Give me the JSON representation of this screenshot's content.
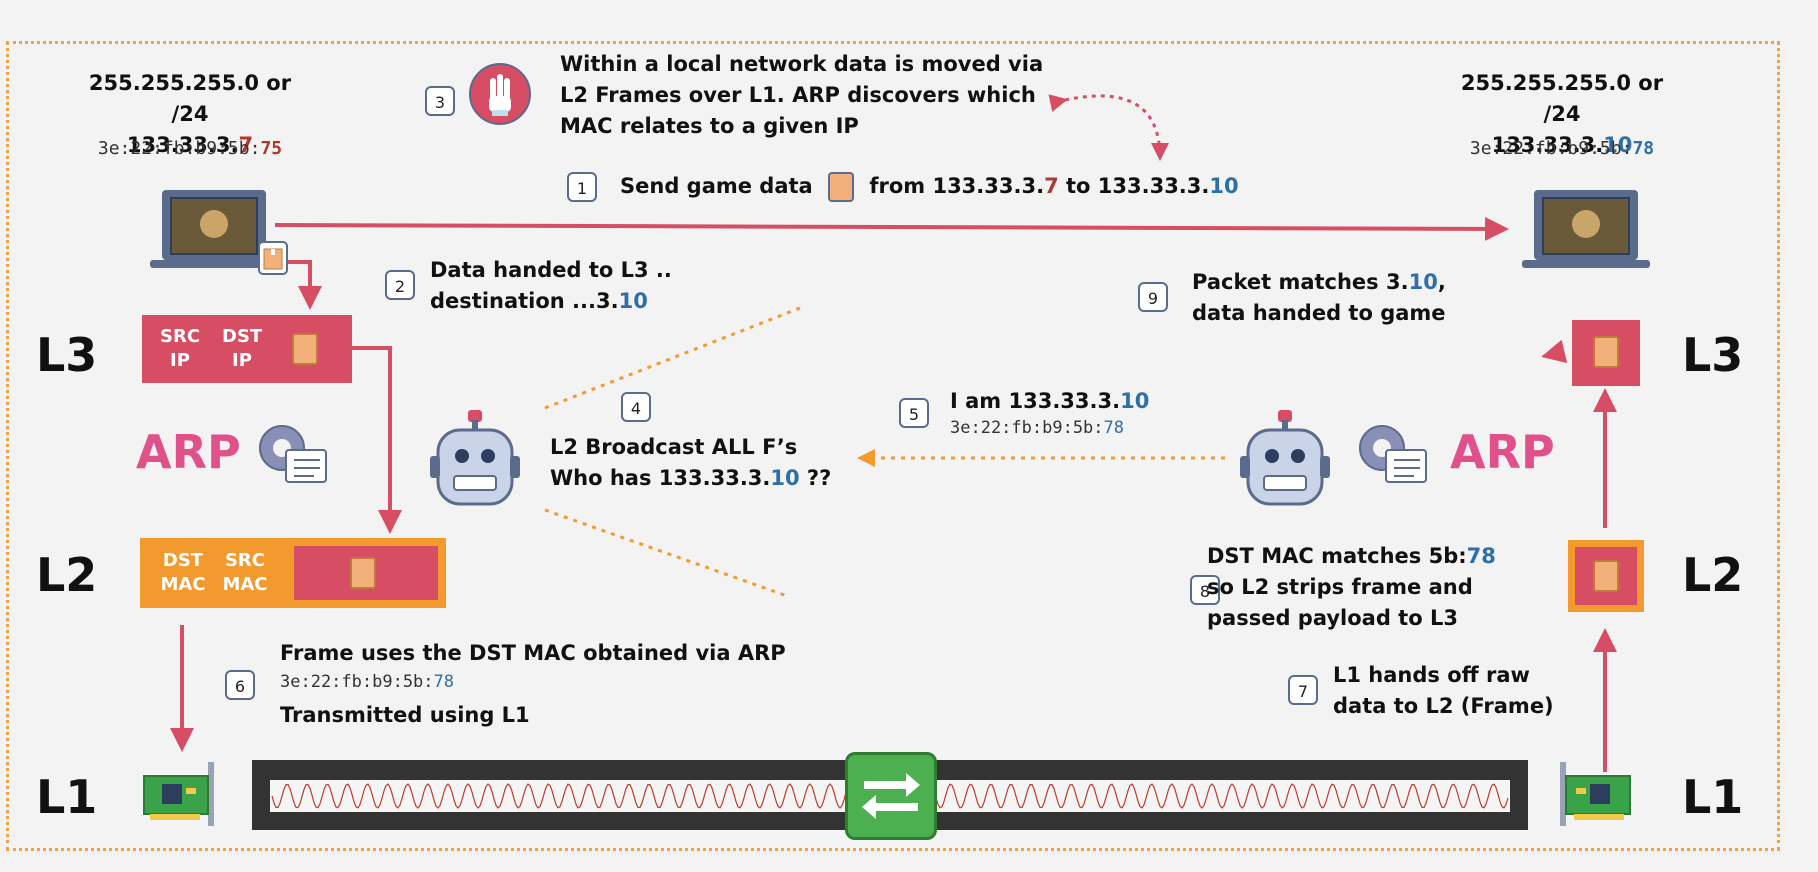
{
  "left_host": {
    "mask": "255.255.255.0 or /24",
    "ip_prefix": "133.33.3.",
    "ip_suffix": "7",
    "mac_prefix": "3e:22:fb:b9:5b:",
    "mac_suffix": "75"
  },
  "right_host": {
    "mask": "255.255.255.0 or /24",
    "ip_prefix": "133.33.3.",
    "ip_suffix": "10",
    "mac_prefix": "3e:22:fb:b9:5b:",
    "mac_suffix": "78"
  },
  "layers": {
    "l3": "L3",
    "l2": "L2",
    "l1": "L1"
  },
  "arp_label": "ARP",
  "steps": {
    "s1": {
      "num": "1",
      "text_a": "Send game data",
      "text_b": "from 133.33.3.",
      "b_suffix": "7",
      "text_c": " to 133.33.3.",
      "c_suffix": "10"
    },
    "s2": {
      "num": "2",
      "line1": "Data handed to L3 ..",
      "line2_a": "destination ...3.",
      "line2_b": "10"
    },
    "s3": {
      "num": "3",
      "line1": "Within a local network data is moved via",
      "line2": "L2 Frames over L1. ARP discovers which",
      "line3": "MAC relates to a given IP"
    },
    "s4": {
      "num": "4",
      "line1": "L2 Broadcast ALL F’s",
      "line2_a": "Who has 133.33.3.",
      "line2_b": "10",
      "line2_c": " ??"
    },
    "s5": {
      "num": "5",
      "line1_a": "I am 133.33.3.",
      "line1_b": "10",
      "mac_a": "3e:22:fb:b9:5b:",
      "mac_b": "78"
    },
    "s6": {
      "num": "6",
      "line1": "Frame uses the DST MAC obtained via ARP",
      "mac_a": "3e:22:fb:b9:5b:",
      "mac_b": "78",
      "line3": "Transmitted using L1"
    },
    "s7": {
      "num": "7",
      "line1": "L1 hands off raw",
      "line2": "data to L2 (Frame)"
    },
    "s8": {
      "num": "8",
      "line1_a": "DST MAC matches 5b:",
      "line1_b": "78",
      "line2": "so L2 strips frame and",
      "line3": "passed payload to L3"
    },
    "s9": {
      "num": "9",
      "line1_a": "Packet matches 3.",
      "line1_b": "10",
      "line1_c": ",",
      "line2": "data handed to game"
    }
  },
  "packet_boxes": {
    "l3_src": [
      "SRC",
      "IP"
    ],
    "l3_dst": [
      "DST",
      "IP"
    ],
    "l2_dst": [
      "DST",
      "MAC"
    ],
    "l2_src": [
      "SRC",
      "MAC"
    ]
  },
  "colors": {
    "accent_red": "#d74d64",
    "accent_orange": "#f39a2e",
    "arp_pink": "#e0508a",
    "ip_red": "#b0372c",
    "ip_blue": "#2d6fa8",
    "switch_green": "#4caf50"
  }
}
